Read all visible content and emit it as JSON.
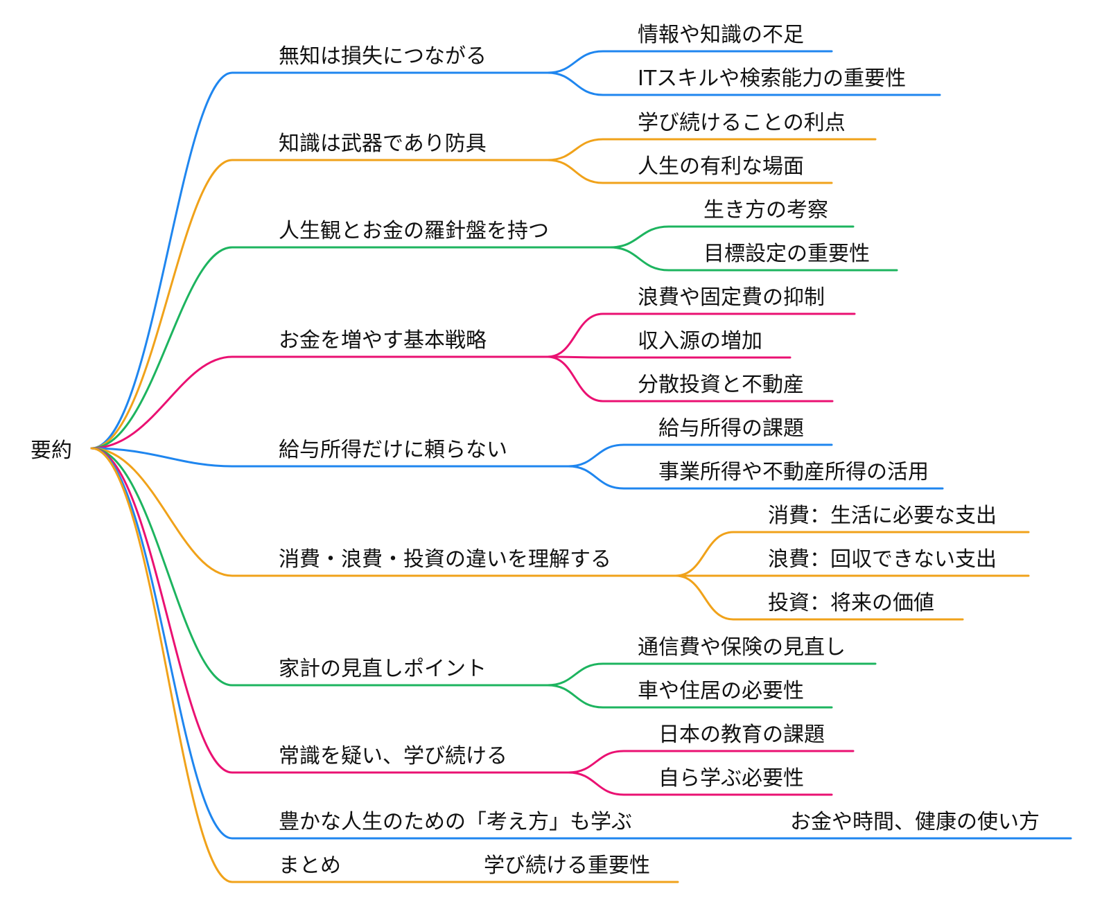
{
  "colors": {
    "blue": "#1f86ef",
    "orange": "#f0a21a",
    "green": "#1db45f",
    "pink": "#ea1172"
  },
  "root": {
    "label": "要約"
  },
  "branches": [
    {
      "label": "無知は損失につながる",
      "color": "blue",
      "children": [
        "情報や知識の不足",
        "ITスキルや検索能力の重要性"
      ]
    },
    {
      "label": "知識は武器であり防具",
      "color": "orange",
      "children": [
        "学び続けることの利点",
        "人生の有利な場面"
      ]
    },
    {
      "label": "人生観とお金の羅針盤を持つ",
      "color": "green",
      "children": [
        "生き方の考察",
        "目標設定の重要性"
      ]
    },
    {
      "label": "お金を増やす基本戦略",
      "color": "pink",
      "children": [
        "浪費や固定費の抑制",
        "収入源の増加",
        "分散投資と不動産"
      ]
    },
    {
      "label": "給与所得だけに頼らない",
      "color": "blue",
      "children": [
        "給与所得の課題",
        "事業所得や不動産所得の活用"
      ]
    },
    {
      "label": "消費・浪費・投資の違いを理解する",
      "color": "orange",
      "children": [
        "消費：生活に必要な支出",
        "浪費：回収できない支出",
        "投資：将来の価値"
      ]
    },
    {
      "label": "家計の見直しポイント",
      "color": "green",
      "children": [
        "通信費や保険の見直し",
        "車や住居の必要性"
      ]
    },
    {
      "label": "常識を疑い、学び続ける",
      "color": "pink",
      "children": [
        "日本の教育の課題",
        "自ら学ぶ必要性"
      ]
    },
    {
      "label": "豊かな人生のための「考え方」も学ぶ",
      "color": "blue",
      "children": [
        "お金や時間、健康の使い方"
      ]
    },
    {
      "label": "まとめ",
      "color": "orange",
      "children": [
        "学び続ける重要性"
      ]
    }
  ]
}
